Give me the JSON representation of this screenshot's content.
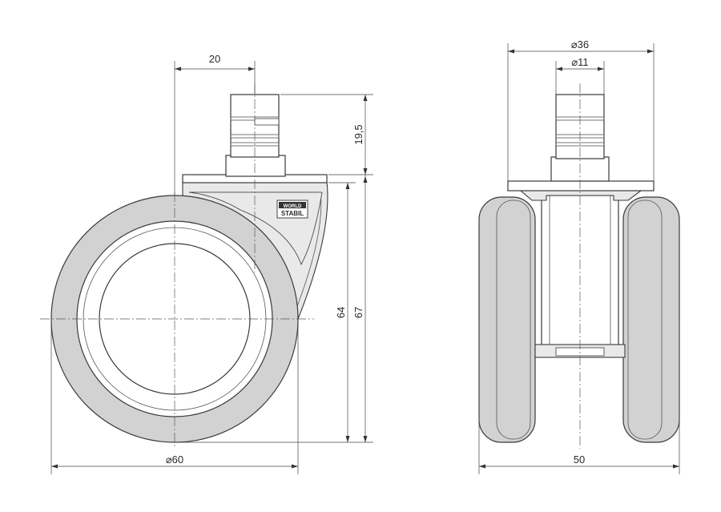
{
  "dimensions": {
    "stem_offset": "20",
    "stem_height": "19,5",
    "wheel_diameter_label": "⌀60",
    "height_wheel": "64",
    "height_total": "67",
    "plate_diameter_label": "⌀36",
    "stem_diameter_label": "⌀11",
    "overall_width": "50"
  },
  "logo": {
    "line1": "WORLD",
    "line2": "STABIL"
  },
  "colors": {
    "line": "#3a3a3a",
    "tread": "#d2d2d2",
    "background": "#ffffff"
  }
}
